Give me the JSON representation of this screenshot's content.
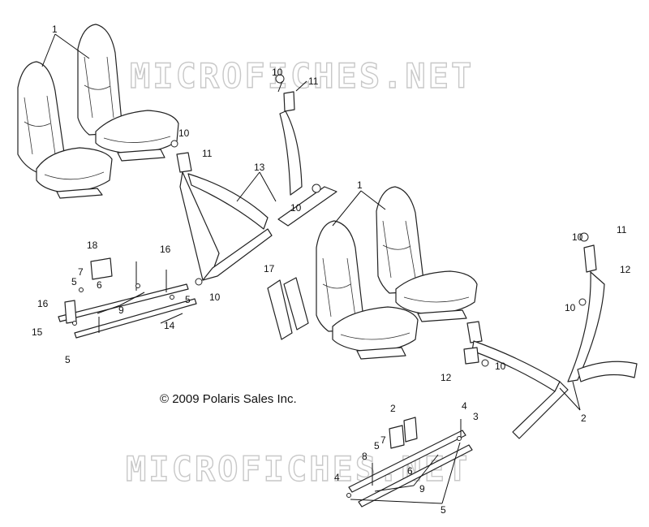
{
  "watermark": {
    "text": "MICROFICHES.NET",
    "color": "#c8c8c8"
  },
  "copyright": "© 2009 Polaris Sales Inc.",
  "callouts": {
    "c1a": "1",
    "c1b": "1",
    "c2a": "2",
    "c2b": "2",
    "c3": "3",
    "c4a": "4",
    "c4b": "4",
    "c5a": "5",
    "c5b": "5",
    "c5c": "5",
    "c5d": "5",
    "c5e": "5",
    "c6a": "6",
    "c6b": "6",
    "c7a": "7",
    "c7b": "7",
    "c8": "8",
    "c9a": "9",
    "c9b": "9",
    "c10a": "10",
    "c10b": "10",
    "c10c": "10",
    "c10d": "10",
    "c10e": "10",
    "c10f": "10",
    "c10g": "10",
    "c11a": "11",
    "c11b": "11",
    "c11c": "11",
    "c12a": "12",
    "c12b": "12",
    "c13": "13",
    "c14": "14",
    "c15": "15",
    "c16a": "16",
    "c16b": "16",
    "c17": "17",
    "c18": "18"
  }
}
